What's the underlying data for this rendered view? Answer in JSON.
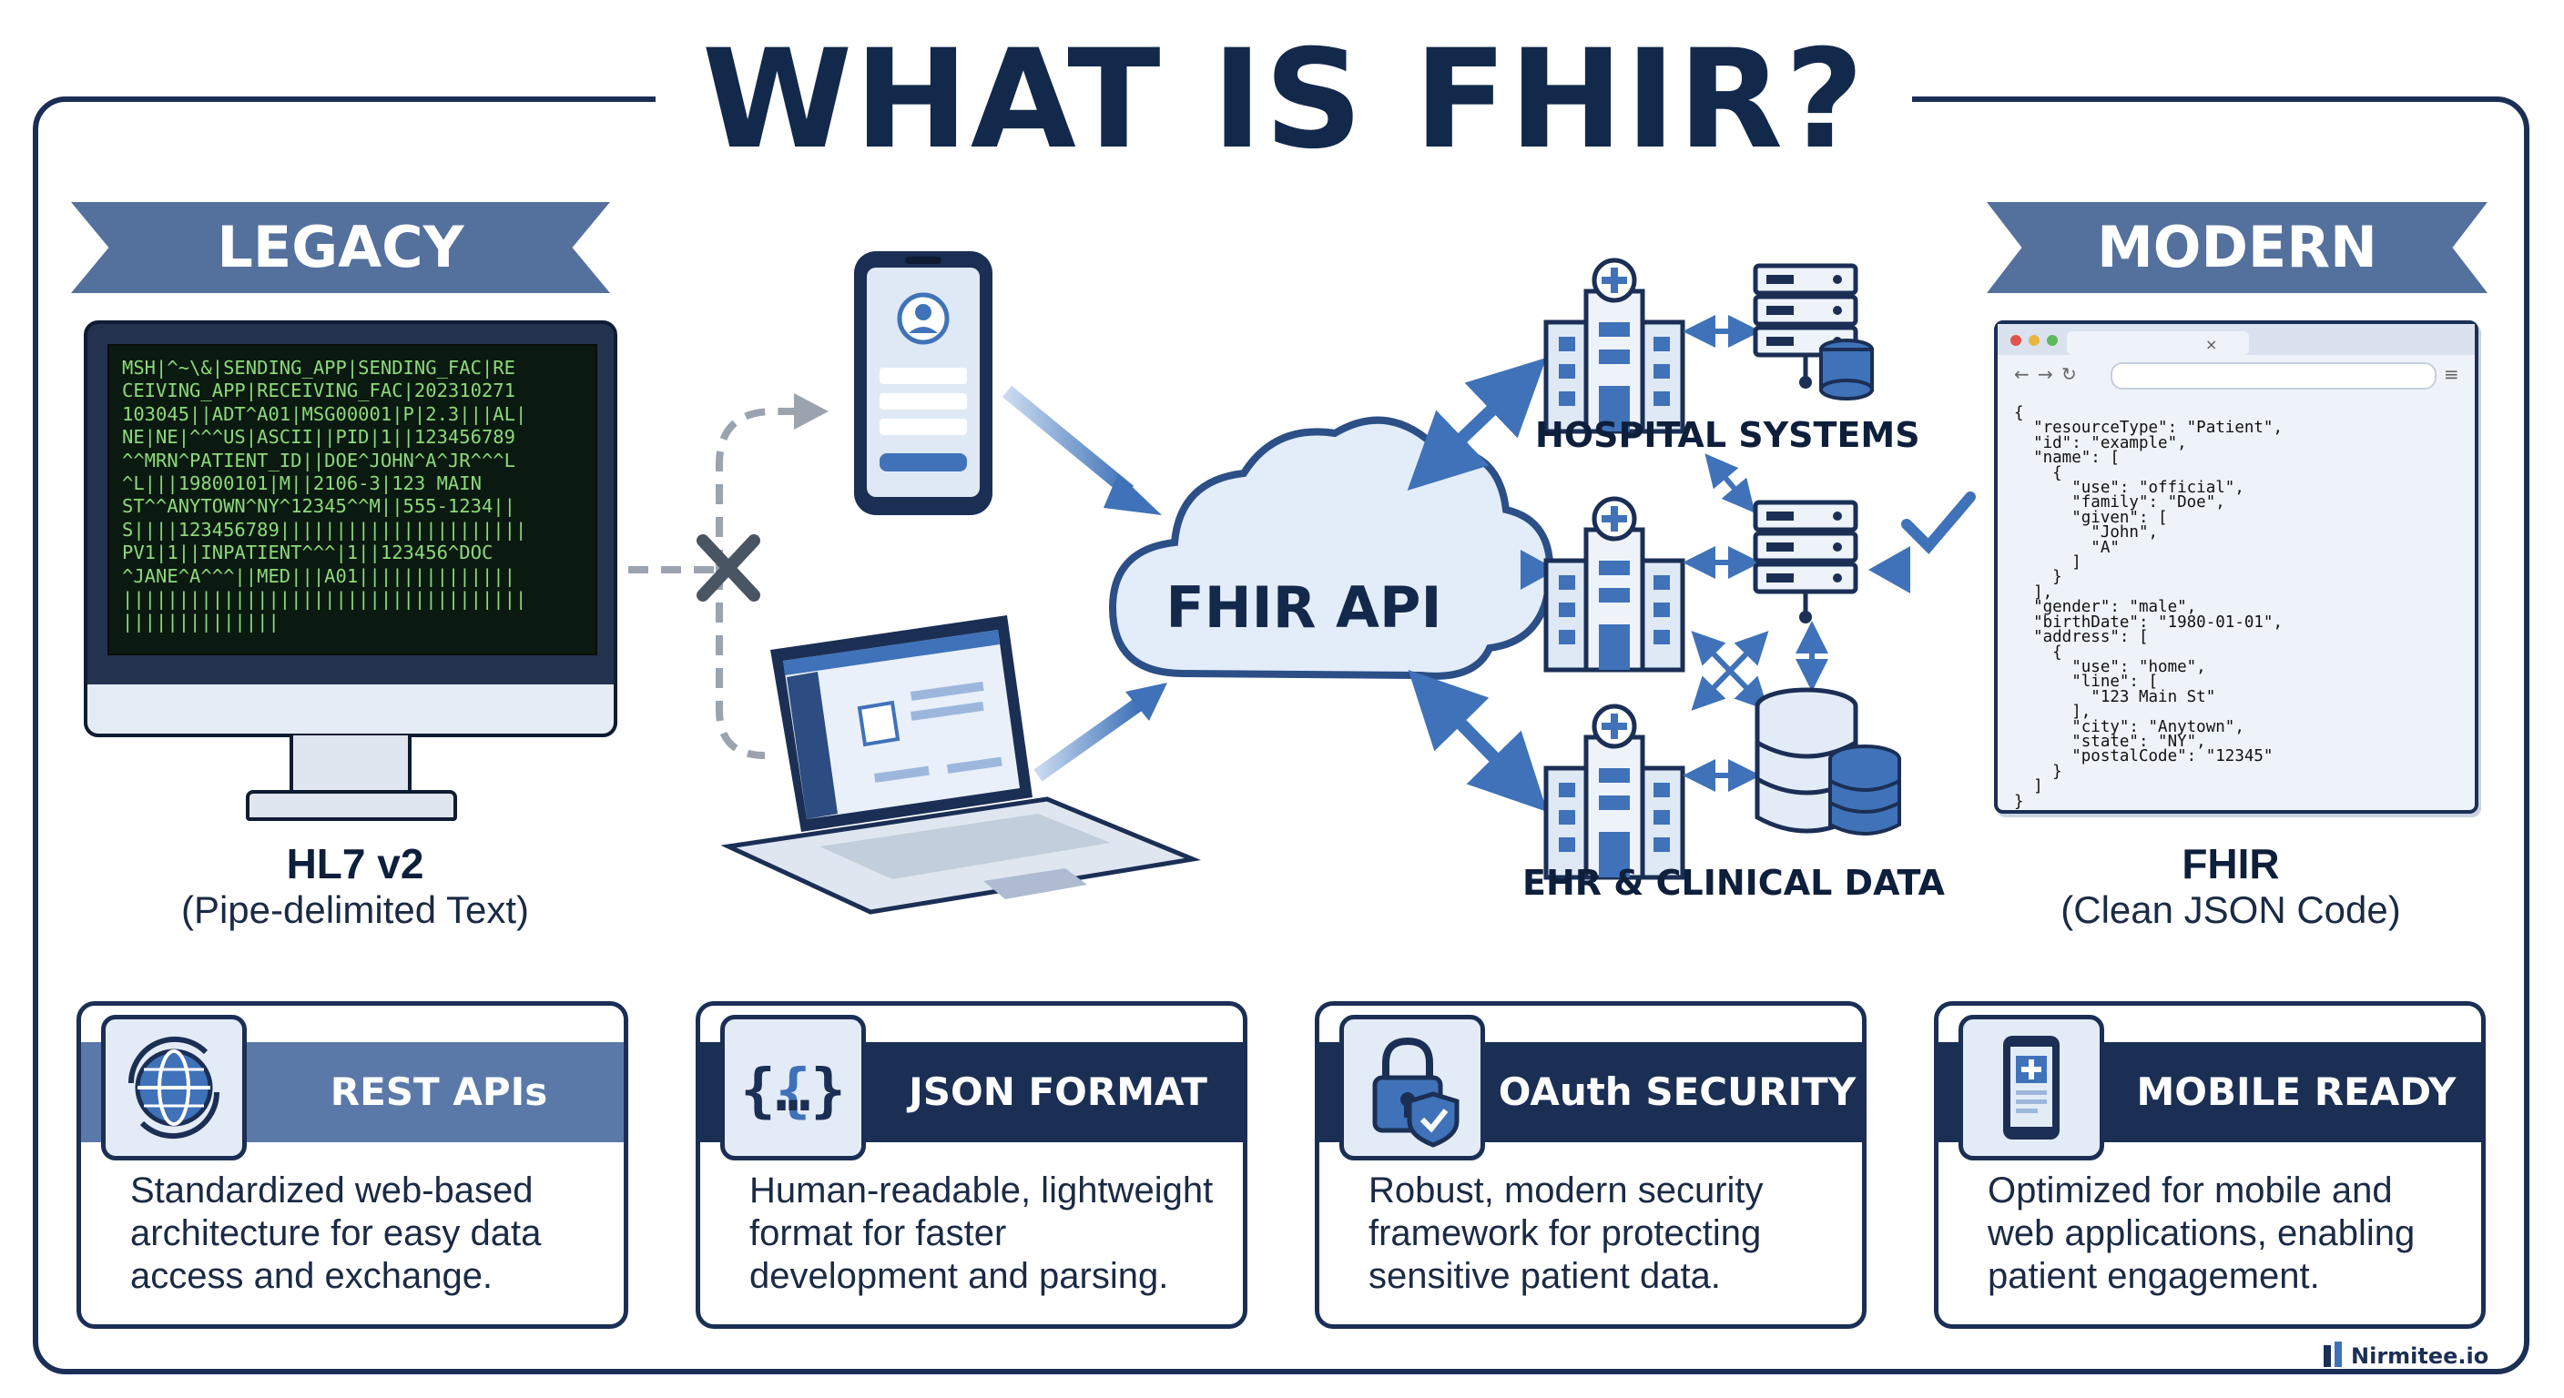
{
  "title": "WHAT IS FHIR?",
  "legacy": {
    "ribbon": "LEGACY",
    "hl7_message": "MSH|^~\\&|SENDING_APP|SENDING_FAC|RE\nCEIVING_APP|RECEIVING_FAC|202310271\n103045||ADT^A01|MSG00001|P|2.3|||AL|\nNE|NE|^^^US|ASCII||PID|1||123456789\n^^MRN^PATIENT_ID||DOE^JOHN^A^JR^^^L\n^L|||19800101|M||2106-3|123 MAIN\nST^^ANYTOWN^NY^12345^^M||555-1234||\nS||||123456789||||||||||||||||||||||\nPV1|1||INPATIENT^^^|1||123456^DOC\n^JANE^A^^^||MED|||A01||||||||||||||\n||||||||||||||||||||||||||||||||||||\n||||||||||||||",
    "caption_title": "HL7 v2",
    "caption_sub": "(Pipe-delimited Text)"
  },
  "modern": {
    "ribbon": "MODERN",
    "json_code": "{\n  \"resourceType\": \"Patient\",\n  \"id\": \"example\",\n  \"name\": [\n    {\n      \"use\": \"official\",\n      \"family\": \"Doe\",\n      \"given\": [\n        \"John\",\n        \"A\"\n      ]\n    }\n  ],\n  \"gender\": \"male\",\n  \"birthDate\": \"1980-01-01\",\n  \"address\": [\n    {\n      \"use\": \"home\",\n      \"line\": [\n        \"123 Main St\"\n      ],\n      \"city\": \"Anytown\",\n      \"state\": \"NY\",\n      \"postalCode\": \"12345\"\n    }\n  ]\n}",
    "caption_title": "FHIR",
    "caption_sub": "(Clean JSON Code)"
  },
  "center": {
    "cloud_label": "FHIR API",
    "hospital_systems": "HOSPITAL SYSTEMS",
    "ehr_label": "EHR & CLINICAL DATA"
  },
  "cards": [
    {
      "title": "REST APIs",
      "description": "Standardized web-based architecture for easy data access and exchange.",
      "icon": "globe-icon",
      "head_color": "#5a79a8"
    },
    {
      "title": "JSON FORMAT",
      "description": "Human-readable, lightweight format for faster development and parsing.",
      "icon": "json-braces-icon",
      "head_color": "#1b2f55"
    },
    {
      "title": "OAuth SECURITY",
      "description": "Robust, modern security framework for protecting sensitive patient data.",
      "icon": "lock-shield-icon",
      "head_color": "#1b2f55"
    },
    {
      "title": "MOBILE READY",
      "description": "Optimized for mobile and web applications, enabling patient engagement.",
      "icon": "mobile-medical-icon",
      "head_color": "#1b2f55"
    }
  ],
  "watermark": "Nirmitee.io",
  "colors": {
    "navy": "#1b2f55",
    "accent_blue": "#3f72b8",
    "ribbon": "#54709d",
    "terminal_green": "#8ed97a"
  }
}
